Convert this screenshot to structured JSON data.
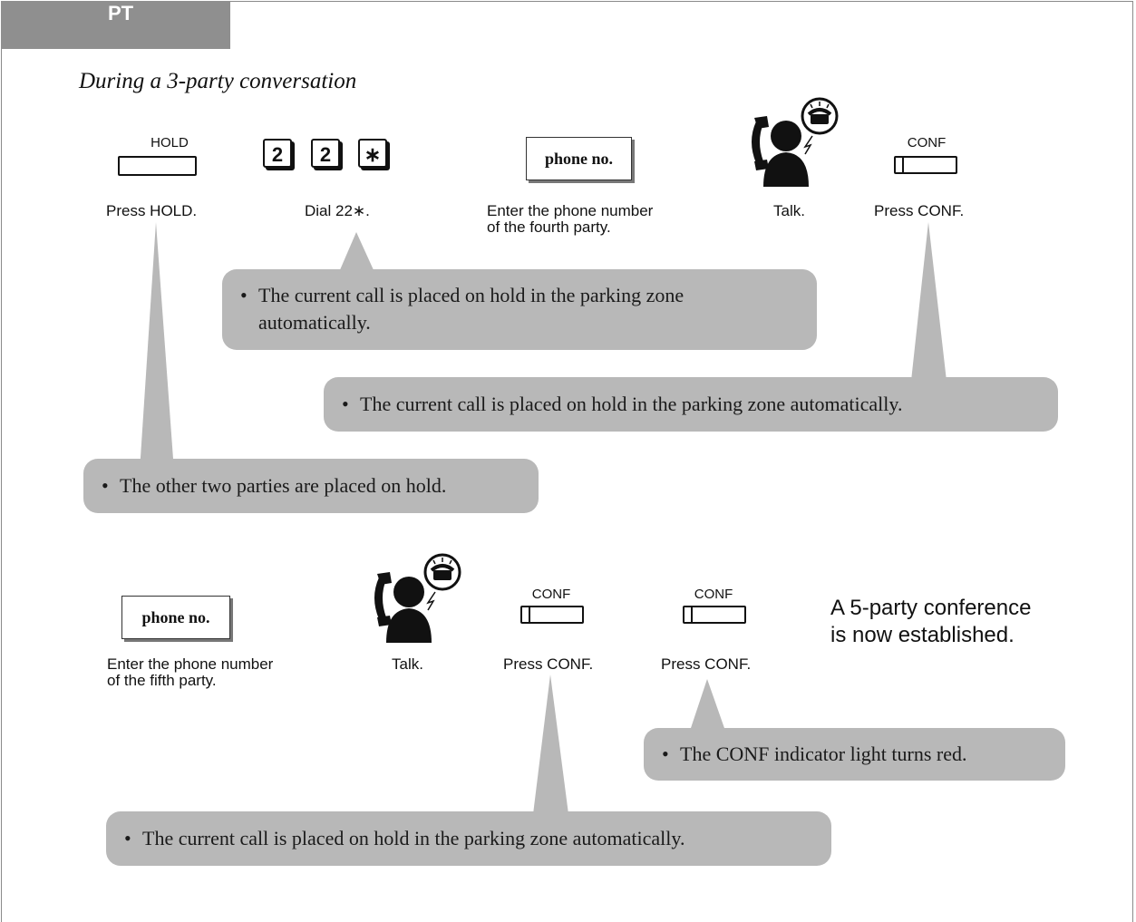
{
  "tab_label": "PT",
  "subtitle": "During a 3-party conversation",
  "row1": {
    "hold": {
      "cap": "HOLD",
      "label": "Press HOLD."
    },
    "dial": {
      "keys": [
        "2",
        "2",
        "∗"
      ],
      "label": "Dial 22∗."
    },
    "phone": {
      "box": "phone no.",
      "label1": "Enter the phone number",
      "label2": "of the fourth party."
    },
    "talk": {
      "label": "Talk."
    },
    "conf": {
      "cap": "CONF",
      "label": "Press CONF."
    }
  },
  "notes1": {
    "n1_line1": "The current call is placed on hold in the parking zone",
    "n1_line2": "automatically.",
    "n2": "The current call is placed on hold in the parking zone automatically.",
    "n3": "The other two parties are placed on hold."
  },
  "row2": {
    "phone": {
      "box": "phone no.",
      "label1": "Enter the phone number",
      "label2": "of the fifth party."
    },
    "talk": {
      "label": "Talk."
    },
    "conf1": {
      "cap": "CONF",
      "label": "Press CONF."
    },
    "conf2": {
      "cap": "CONF",
      "label": "Press CONF."
    },
    "result_line1": "A 5-party conference",
    "result_line2": "is now established."
  },
  "notes2": {
    "n4": "The CONF indicator light turns red.",
    "n5": "The current call is placed on hold in the parking zone automatically."
  },
  "bullet": "•"
}
